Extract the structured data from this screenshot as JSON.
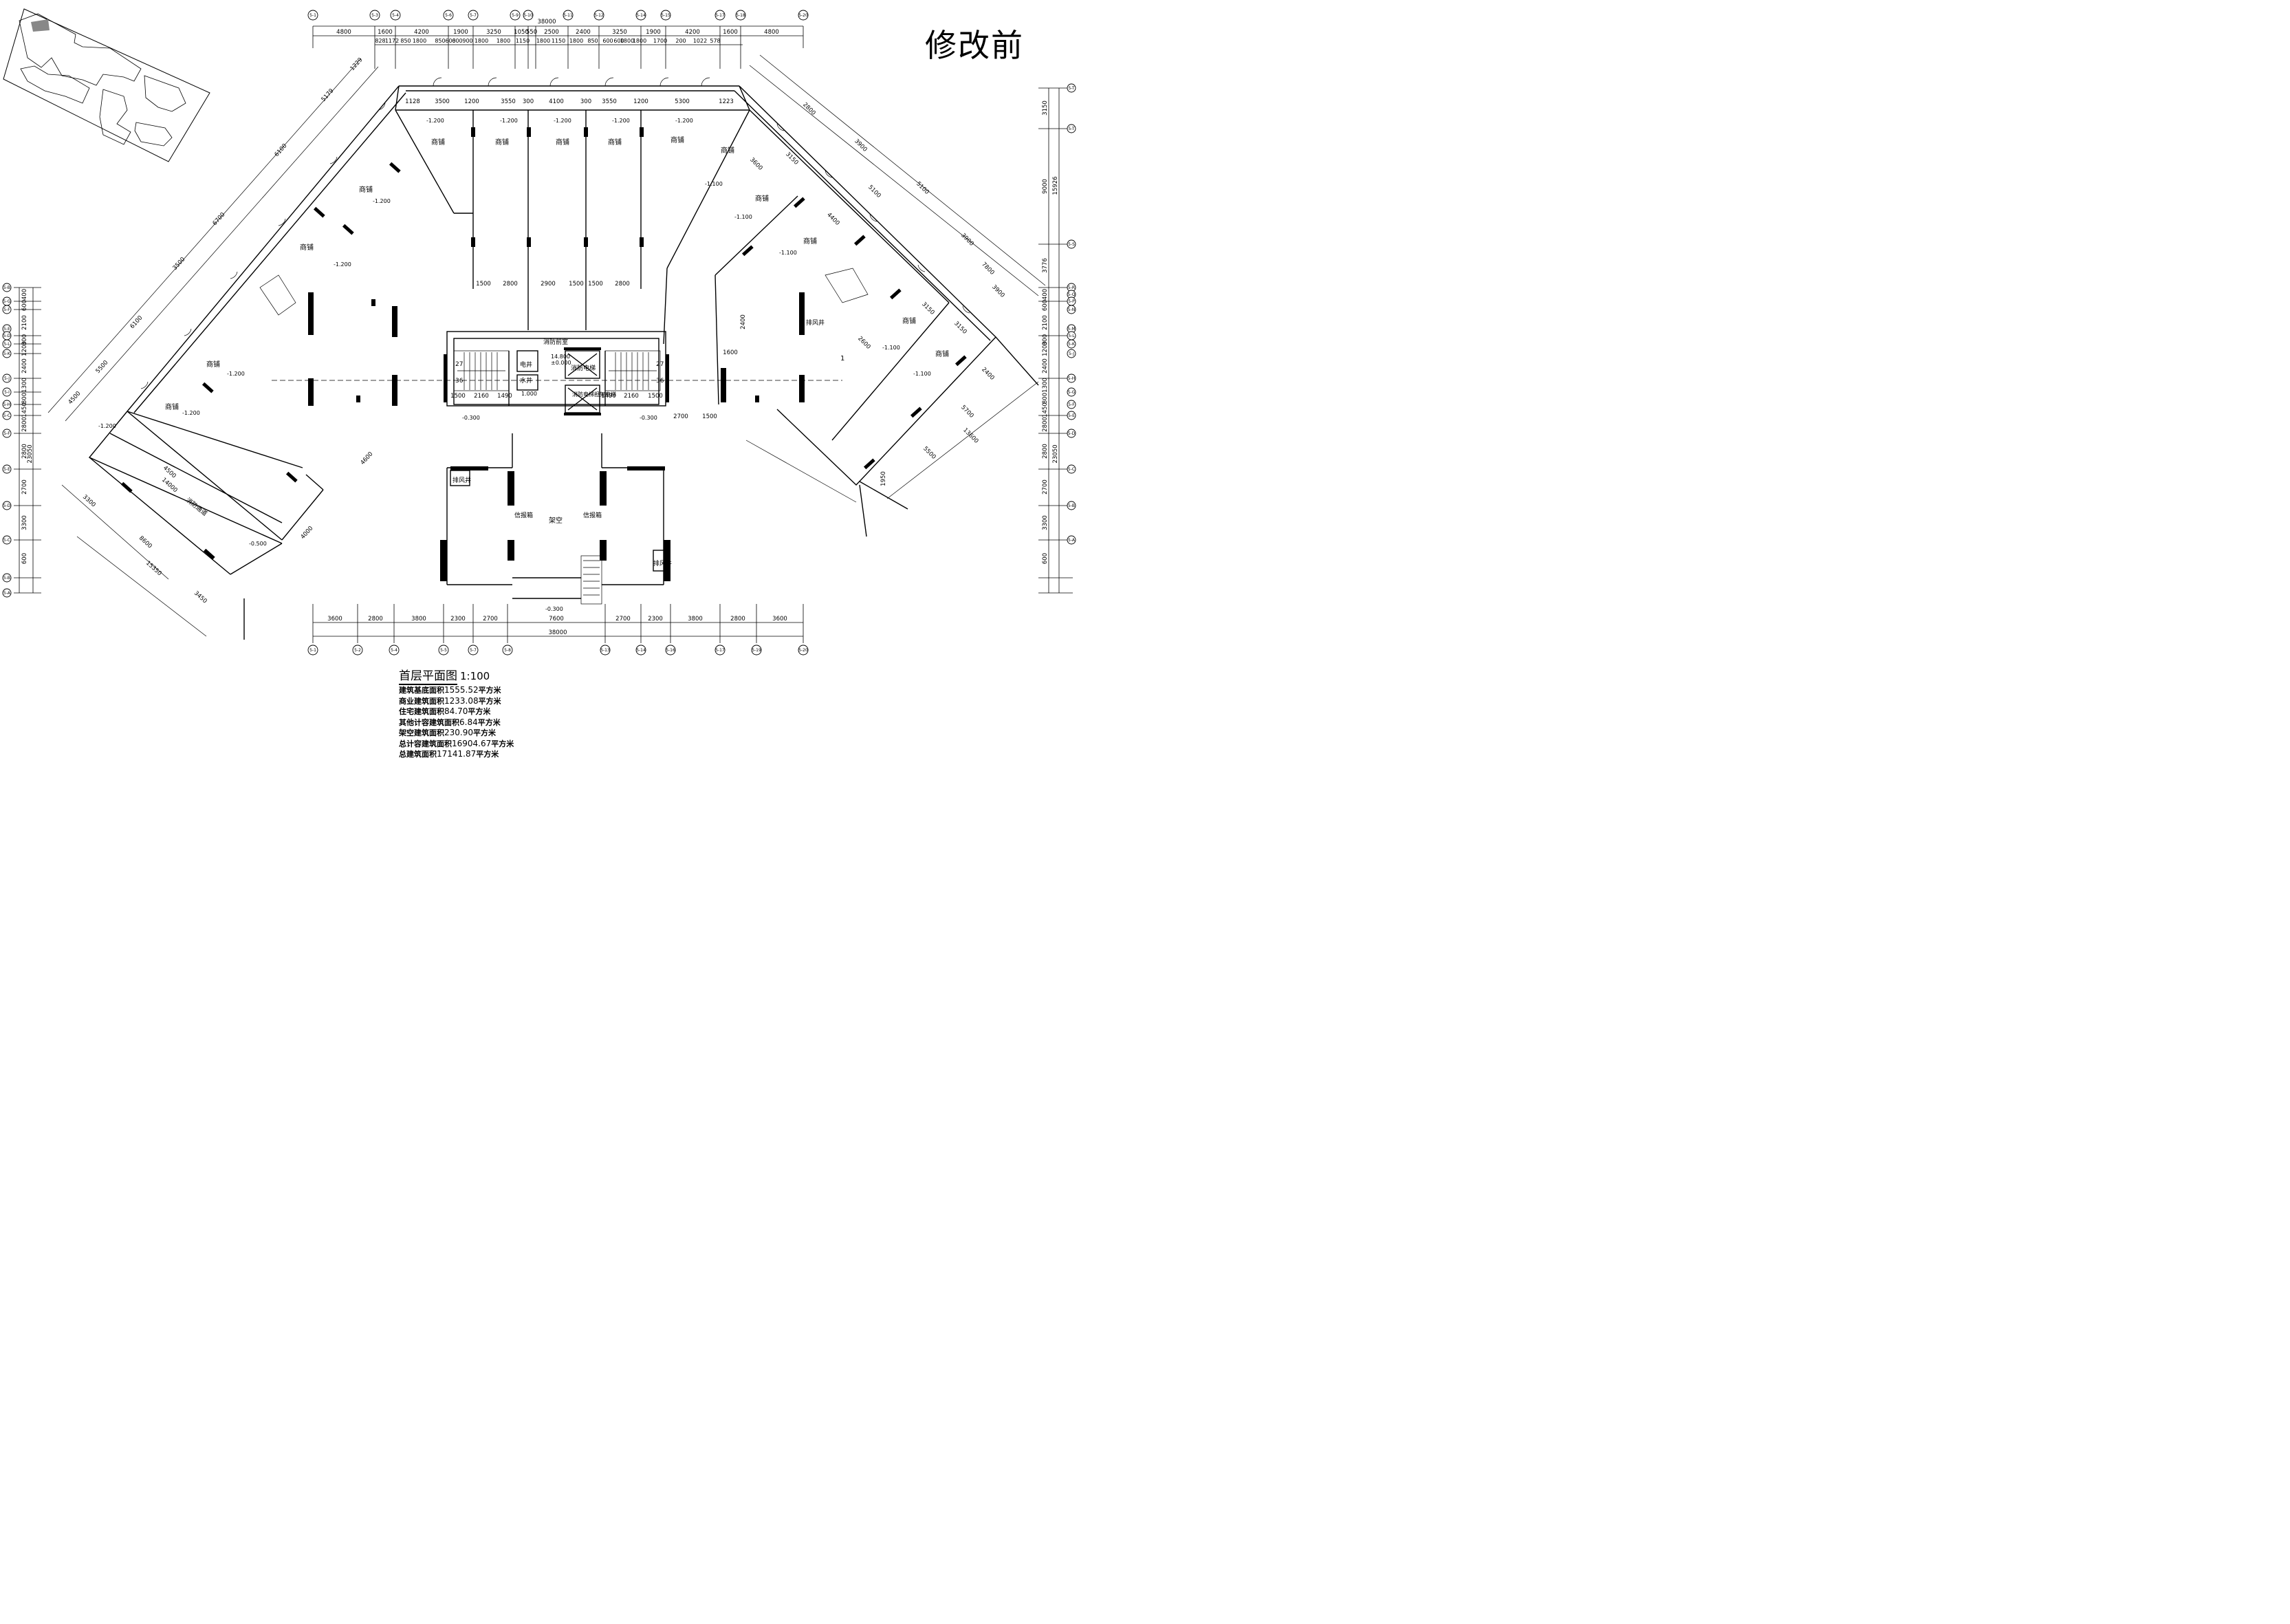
{
  "title": "修改前",
  "drawing": {
    "name": "首层平面图",
    "scale": "1:100"
  },
  "areas": [
    {
      "label": "建筑基底面积",
      "value": "1555.52",
      "unit": "平方米"
    },
    {
      "label": "商业建筑面积",
      "value": "1233.08",
      "unit": "平方米"
    },
    {
      "label": "住宅建筑面积",
      "value": "84.70",
      "unit": "平方米"
    },
    {
      "label": "其他计容建筑面积",
      "value": "6.84",
      "unit": "平方米"
    },
    {
      "label": "架空建筑面积",
      "value": "230.90",
      "unit": "平方米"
    },
    {
      "label": "总计容建筑面积",
      "value": "16904.67",
      "unit": "平方米"
    },
    {
      "label": "总建筑面积",
      "value": "17141.87",
      "unit": "平方米"
    }
  ],
  "rooms": {
    "shop": "商铺",
    "fire_front_room": "消防前室",
    "fire_elevator": "消防电梯",
    "fire_stretcher_elevator": "消防电梯担架电梯",
    "electric_shaft": "电井",
    "water_shaft": "水井",
    "exhaust_shaft": "排风井",
    "mailbox": "信报箱",
    "open_space": "架空",
    "fire_lane": "消防通道"
  },
  "levels": {
    "shop": "-1.200",
    "shop_right": "-1.100",
    "core": "14.800",
    "core_zero": "±0.000",
    "entry": "-0.300",
    "court": "-0.500",
    "core_small": "1.000"
  },
  "stairs": {
    "up": "27",
    "down": "36"
  },
  "top_axes": [
    "5-1",
    "5-3",
    "5-4",
    "5-6",
    "5-7",
    "5-9",
    "5-10",
    "5-11",
    "5-12",
    "5-14",
    "5-15",
    "5-17",
    "5-18",
    "5-20"
  ],
  "top_total": "38000",
  "top_dims": [
    "4800",
    "1600",
    "4200",
    "1900",
    "3250",
    "1050",
    "550",
    "2500",
    "2400",
    "3250",
    "1900",
    "4200",
    "1600",
    "4800"
  ],
  "top_sub_dims": [
    "828",
    "1172",
    "850",
    "1800",
    "850",
    "600",
    "600",
    "900",
    "1800",
    "1800",
    "1150",
    "1800",
    "1150",
    "1800",
    "850",
    "600",
    "600",
    "1800",
    "1800",
    "1700",
    "200",
    "1022",
    "578"
  ],
  "bottom_axes": [
    "5-1",
    "5-2",
    "5-4",
    "5-5",
    "5-7",
    "5-8",
    "5-13",
    "5-14",
    "5-16",
    "5-17",
    "5-19",
    "5-20"
  ],
  "bottom_dims": [
    "3600",
    "2800",
    "3800",
    "2300",
    "2700",
    "7600",
    "2700",
    "2300",
    "3800",
    "2800",
    "3600"
  ],
  "bottom_total": "38000",
  "left_axes": [
    "5-B",
    "5-G",
    "5-F",
    "5-E",
    "5-D",
    "5-L",
    "5-K",
    "5-J",
    "5-I",
    "5-H",
    "5-C",
    "5-F",
    "5-E",
    "5-D",
    "5-C",
    "5-B",
    "5-A"
  ],
  "left_dims": [
    "400",
    "600",
    "2100",
    "300",
    "1200",
    "2400",
    "1300",
    "800",
    "1450",
    "2800",
    "2800",
    "2700",
    "3300",
    "600"
  ],
  "left_total": "23050",
  "right_axes": [
    "5-T",
    "5-T",
    "5-S",
    "5-R",
    "5-Q",
    "5-P",
    "5-N",
    "5-M",
    "5-L",
    "5-K",
    "5-J",
    "5-H",
    "5-G",
    "5-F",
    "5-E",
    "5-D",
    "5-C",
    "5-B",
    "5-A"
  ],
  "right_dims": [
    "3150",
    "9000",
    "3776",
    "400",
    "600",
    "2100",
    "300",
    "1200",
    "2400",
    "1300",
    "800",
    "1450",
    "2800",
    "2800",
    "2700",
    "3300",
    "600"
  ],
  "right_totals": [
    "15926",
    "23050"
  ],
  "core_dims": [
    "1500",
    "2160",
    "1490",
    "1490",
    "2160",
    "1500"
  ],
  "mid_dims": [
    "1500",
    "2800",
    "2900",
    "1500",
    "1500",
    "2800"
  ],
  "shop_top_dims": [
    "1128",
    "3500",
    "1200",
    "3550",
    "300",
    "4100",
    "300",
    "3550",
    "1200",
    "5300",
    "1223"
  ],
  "left_wing_dims": [
    "4500",
    "5500",
    "6100",
    "3500",
    "6700",
    "6100",
    "5179",
    "1229"
  ],
  "right_wing_dims": [
    "2800",
    "3900",
    "5100",
    "5100",
    "3900",
    "7800",
    "3900",
    "3600",
    "3150",
    "4400",
    "3150",
    "2600",
    "3150",
    "2400",
    "5700",
    "13600",
    "5500"
  ],
  "section_mark": "1",
  "lower_dims": [
    "3300",
    "8600",
    "15350",
    "3450",
    "14000",
    "4500",
    "4000",
    "4600",
    "2700",
    "1500",
    "1600",
    "2400",
    "1950"
  ],
  "colors": {
    "line": "#000000",
    "background": "#ffffff"
  }
}
